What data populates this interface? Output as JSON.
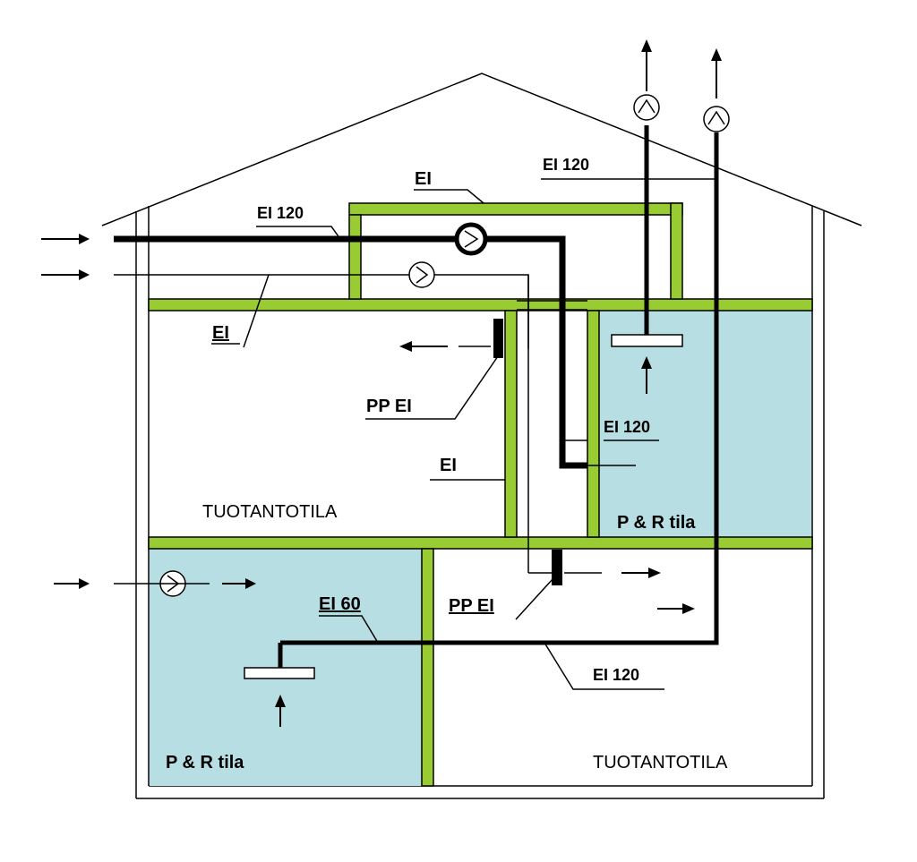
{
  "labels": {
    "ei_top": "EI",
    "ei120_top_left": "EI 120",
    "ei120_top_right": "EI 120",
    "ei_left_upper": "EI",
    "pp_ei_upper": "PP EI",
    "ei120_mid": "EI 120",
    "ei_mid": "EI",
    "room_tuotantotila_upper": "TUOTANTOTILA",
    "room_pr_upper": "P & R tila",
    "ei60": "EI 60",
    "pp_ei_lower": "PP EI",
    "ei120_lower": "EI 120",
    "room_pr_lower": "P & R tila",
    "room_tuotantotila_lower": "TUOTANTOTILA"
  },
  "colors": {
    "fire_wall": "#99cc33",
    "pr_room": "#b7dfe3",
    "line": "#000000"
  }
}
